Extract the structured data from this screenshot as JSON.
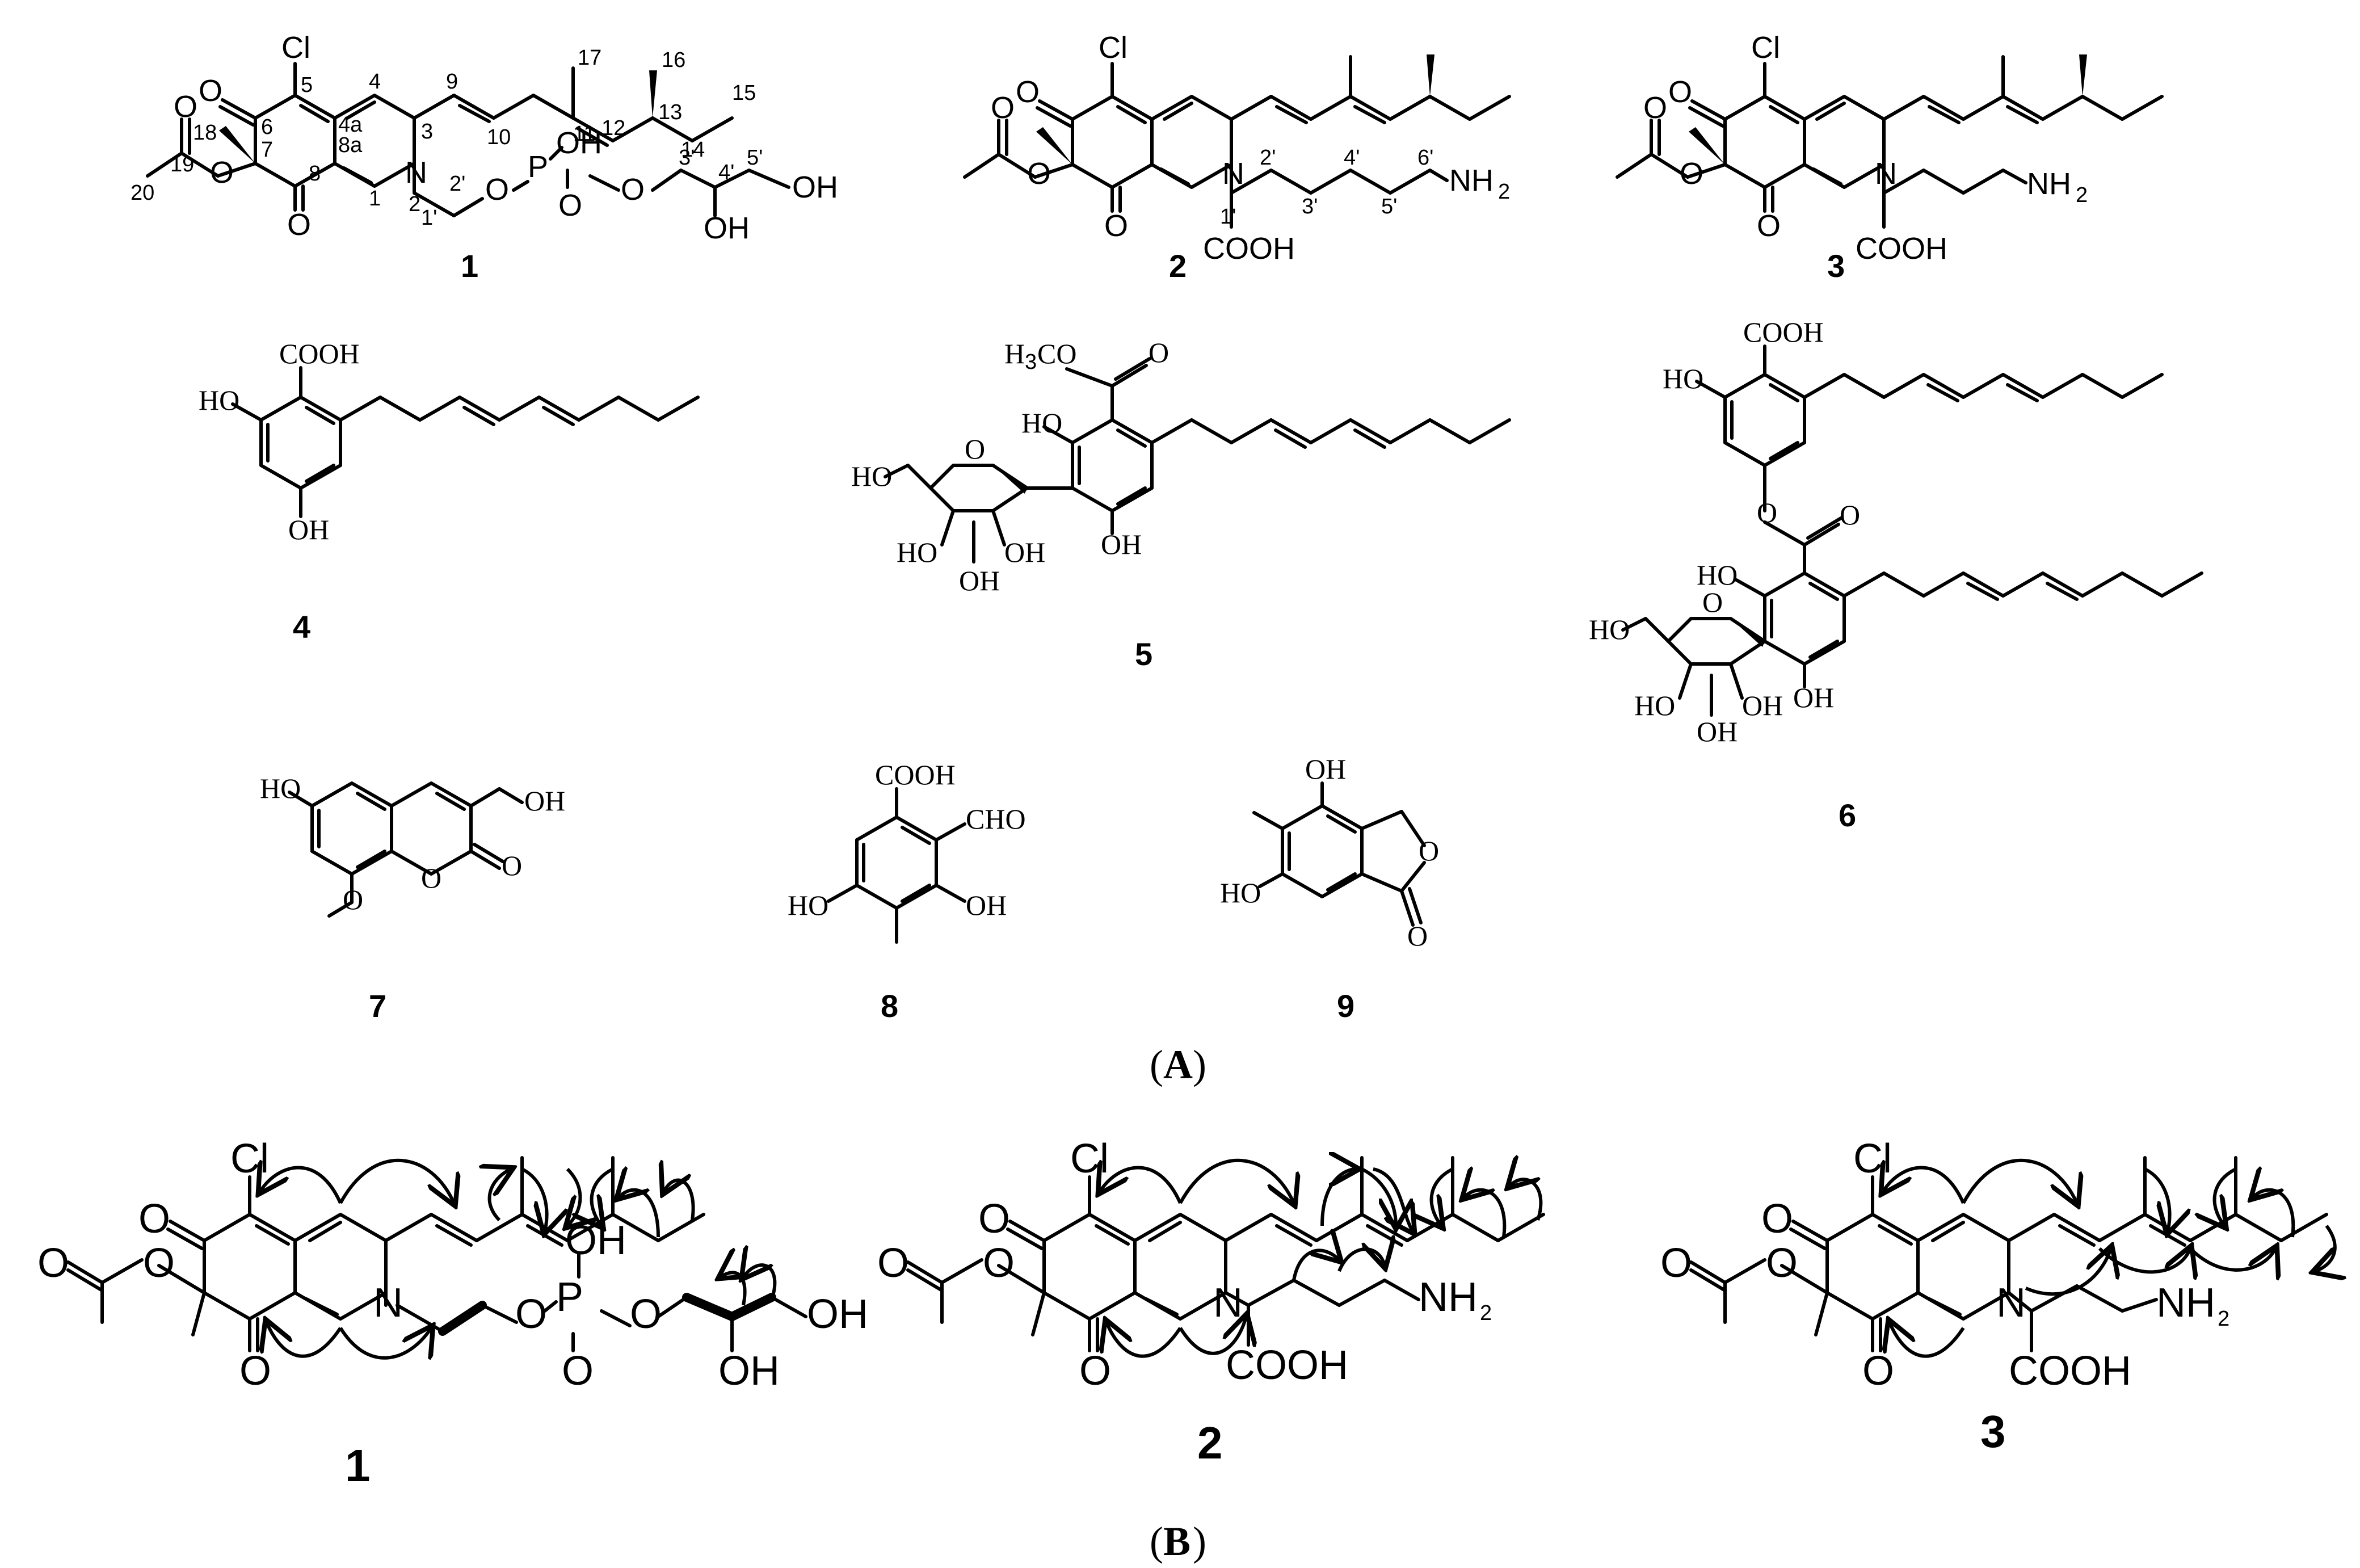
{
  "panels": {
    "A": "A",
    "B": "B"
  },
  "compound_numbers": [
    "1",
    "2",
    "3",
    "4",
    "5",
    "6",
    "7",
    "8",
    "9"
  ],
  "compound_numbers_b": [
    "1",
    "2",
    "3"
  ],
  "atoms": {
    "cl": "Cl",
    "o": "O",
    "n": "N",
    "p": "P",
    "oh": "OH",
    "ho": "HO",
    "nh2_n": "NH",
    "nh2_sub": "2",
    "cooh": "COOH",
    "cho": "CHO",
    "h3co_h": "H",
    "h3co_sub": "3",
    "h3co_co": "CO"
  },
  "locants": {
    "c4a": "4a",
    "c4": "4",
    "c3": "3",
    "c5": "5",
    "c6": "6",
    "c7": "7",
    "c8": "8",
    "c8a": "8a",
    "c1": "1",
    "n2": "2",
    "c9": "9",
    "c10": "10",
    "c11": "11",
    "c12": "12",
    "c13": "13",
    "c14": "14",
    "c15": "15",
    "c16": "16",
    "c17": "17",
    "c18": "18",
    "c19": "19",
    "c20": "20",
    "c1p": "1'",
    "c2p": "2'",
    "c3p": "3'",
    "c4p": "4'",
    "c5p": "5'",
    "c6p": "6'"
  },
  "colors": {
    "ink": "#000000",
    "background": "#ffffff"
  }
}
